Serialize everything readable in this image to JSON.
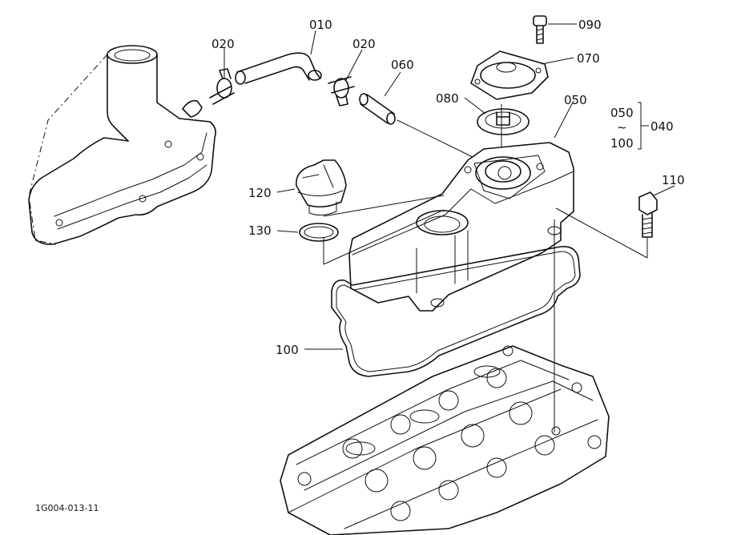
{
  "callouts": {
    "p010": "010",
    "p020a": "020",
    "p020b": "020",
    "p060": "060",
    "p090": "090",
    "p070": "070",
    "p080": "080",
    "p050": "050",
    "range_from": "050",
    "range_tilde": "~",
    "range_to": "100",
    "range_target": "040",
    "p110": "110",
    "p120": "120",
    "p130": "130",
    "p100": "100"
  },
  "figure_id": "1G004-013-11"
}
